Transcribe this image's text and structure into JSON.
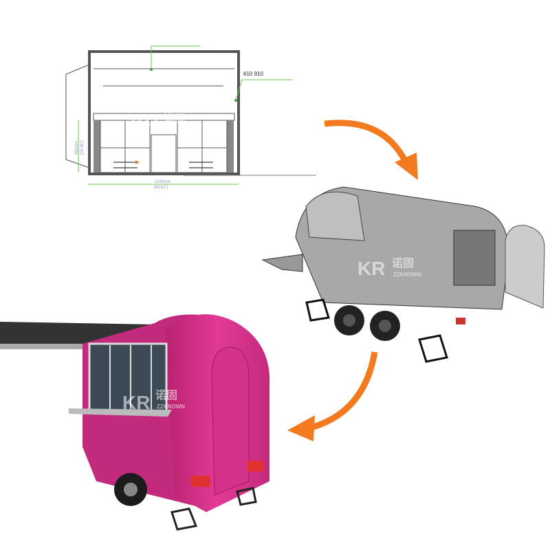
{
  "drawing": {
    "label_top_right": "610  910",
    "dim_height": "850mm",
    "dim_height_in": "[33.46\"]",
    "dim_width": "2200mm",
    "dim_width_in": "[86.61\"]"
  },
  "watermark": {
    "logo": "KR",
    "chinese": "诺固",
    "text": "ZZKNOWN"
  },
  "colors": {
    "arrow": "#f47a1f",
    "trailer_pink": "#d9308a",
    "model_gray": "#8a8a8a",
    "dimension_green": "#6cc04a"
  }
}
